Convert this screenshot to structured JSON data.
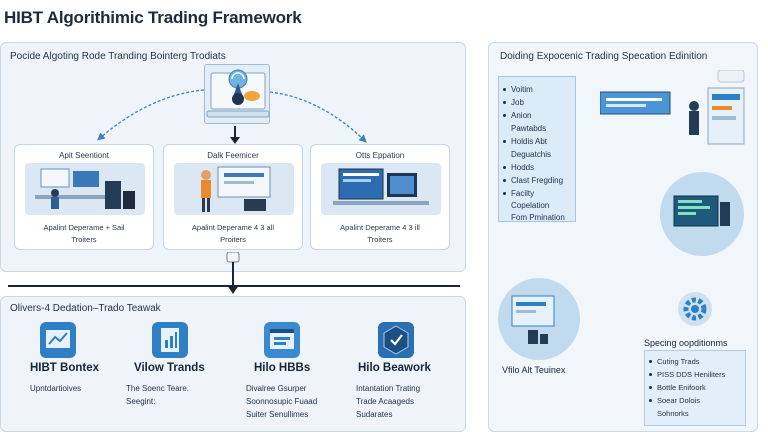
{
  "title": "HIBT Algorithimic Trading Framework",
  "left_top": {
    "title": "Pocide Algoting Rode Tranding Bointerg Trodiats",
    "cards": [
      {
        "title": "Apit Seentiont",
        "line1": "Apalint Deperame + Sail",
        "line2": "Troiters"
      },
      {
        "title": "Dalk Feemicer",
        "line1": "Apalint Deperame 4 3 all",
        "line2": "Proiters"
      },
      {
        "title": "Otts Eppation",
        "line1": "Apalint Deperame 4 3 ill",
        "line2": "Troiters"
      }
    ]
  },
  "left_bottom": {
    "title": "Olivers-4 Dedation–Trado Teawak",
    "columns": [
      {
        "title": "HIBT Bontex",
        "lines": [
          "Upntdartioives"
        ]
      },
      {
        "title": "Vilow Trands",
        "lines": [
          "The Soenc Teare.",
          "Seegint:"
        ]
      },
      {
        "title": "Hilo HBBs",
        "lines": [
          "Divalree Gsurper",
          "Soonnosupic Fuaad",
          "Suiter Senullimes"
        ]
      },
      {
        "title": "Hilo Beawork",
        "lines": [
          "Intantation Trating",
          "Trade Acaageds",
          "Sudarates"
        ]
      }
    ]
  },
  "right": {
    "title": "Doiding Expocenic Trading Specation Edinition",
    "list": [
      "Voitim",
      "Job",
      "Anion",
      "Pawtabds",
      "Holdis Abt",
      "Deguatchis",
      "Hodds",
      "Clast Fregding",
      "Facilty",
      "Copelation",
      "Fom Pmination"
    ],
    "bottom_caption": "Vfilo Alt Teuinex",
    "spec_title": "Specing oopditionms",
    "spec_items": [
      "Cuting Trads",
      "PISS DDS Heniliters",
      "Bottle Enifoork",
      "Soear Dolois",
      "Sohnorks"
    ]
  },
  "colors": {
    "panel": "#eef4fa",
    "accent": "#2f7fc4",
    "card_scene": "#dbe8f4",
    "circle": "#c2daee",
    "arrow": "#3d7fba"
  }
}
